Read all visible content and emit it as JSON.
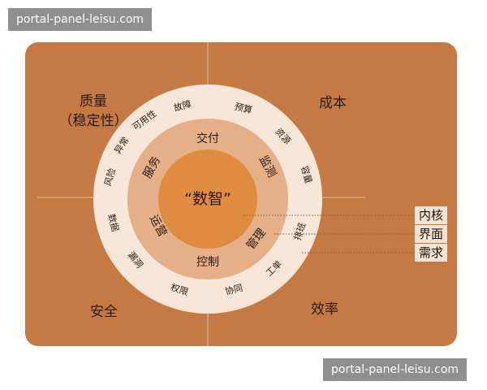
{
  "watermark_top": "portal-panel-leisu.com",
  "watermark_bottom": "portal-panel-leisu.com",
  "quadrants": {
    "quality": "质量",
    "quality_sub": "（稳定性）",
    "cost": "成本",
    "security": "安全",
    "efficiency": "效率"
  },
  "core": "“数智”",
  "inner_ring": {
    "deliver": "交付",
    "monitor": "监测",
    "manage": "管理",
    "control": "控制",
    "operate": "运营",
    "service": "服务"
  },
  "outer_ring": {
    "budget": "预算",
    "resource": "资源",
    "capacity": "容量",
    "schedule": "排班",
    "ticket": "工单",
    "collab": "协同",
    "permission": "权限",
    "vuln": "漏洞",
    "data": "数据",
    "risk": "风险",
    "exception": "异常",
    "availability": "可用性",
    "fault": "故障"
  },
  "side_labels": {
    "kernel": "内核",
    "interface": "界面",
    "demand": "需求"
  },
  "colors": {
    "board": "#c57a43",
    "outer_ring": "#f8e7d9",
    "middle_ring": "#e5b088",
    "core": "#df8b40"
  }
}
